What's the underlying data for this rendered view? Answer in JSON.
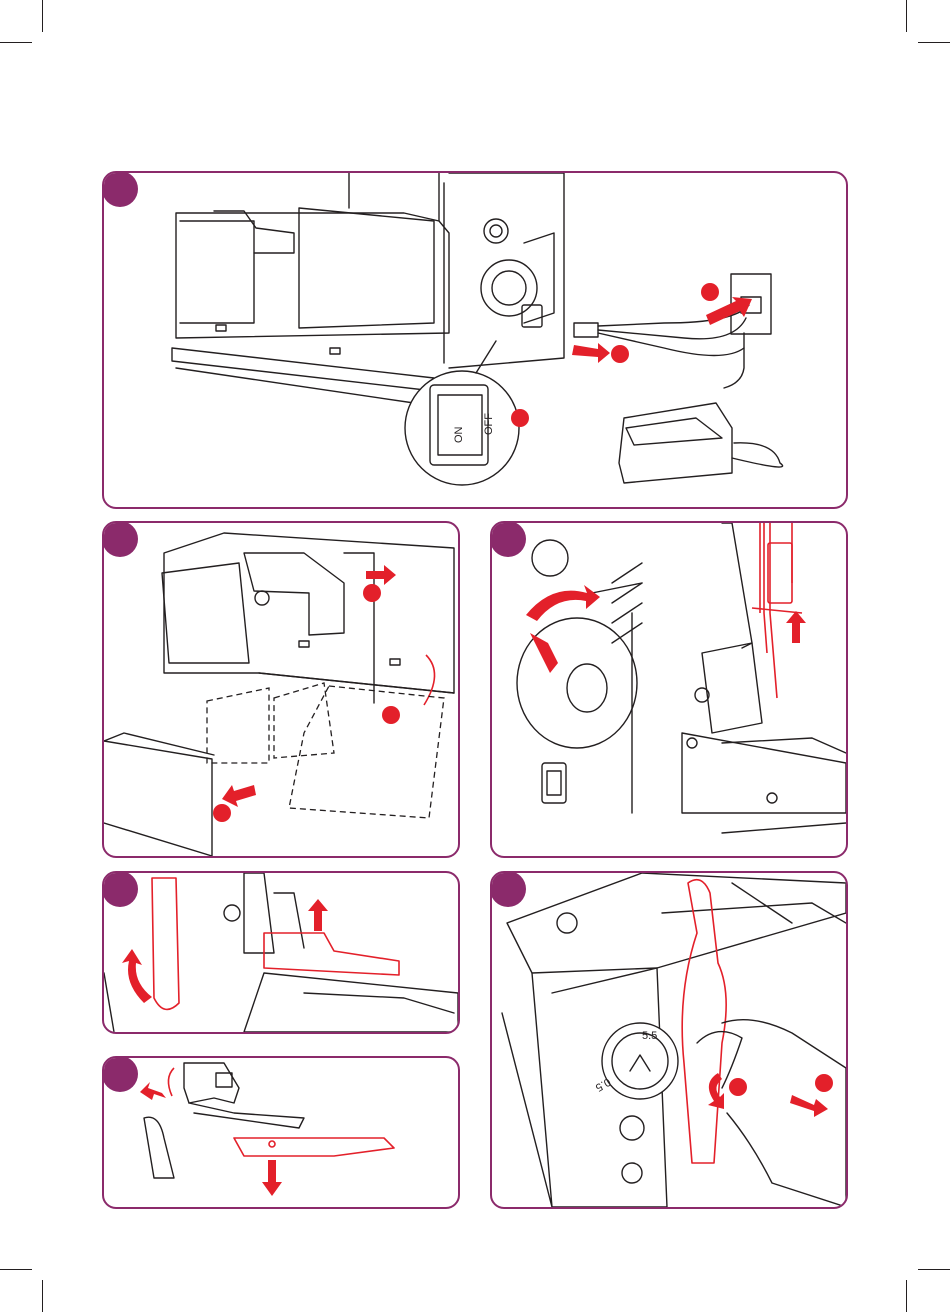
{
  "page": {
    "accent_color": "#8b2a6b",
    "highlight_color": "#e3202a",
    "line_color": "#231f20"
  },
  "panels": [
    {
      "id": "power-connection",
      "step_badge": "",
      "illustration": "machine-rear-with-power-switch-foot-control-and-wall-socket",
      "switch_labels": {
        "on": "ON",
        "off": "OFF"
      }
    },
    {
      "id": "remove-cover-and-waste-tray",
      "step_badge": "",
      "illustration": "machine-front-with-detachable-covers"
    },
    {
      "id": "handwheel-and-needles",
      "step_badge": "",
      "illustration": "handwheel-rotation-and-needle-raise"
    },
    {
      "id": "presser-foot-lever",
      "step_badge": "",
      "illustration": "presser-foot-lifted-by-lever"
    },
    {
      "id": "presser-foot-removal",
      "step_badge": "",
      "illustration": "presser-foot-release-and-drop"
    },
    {
      "id": "stitch-length-dial",
      "step_badge": "",
      "illustration": "hand-turning-stitch-length-dial",
      "dial_labels": {
        "top": "5.5",
        "bottom": "0.5"
      }
    }
  ]
}
